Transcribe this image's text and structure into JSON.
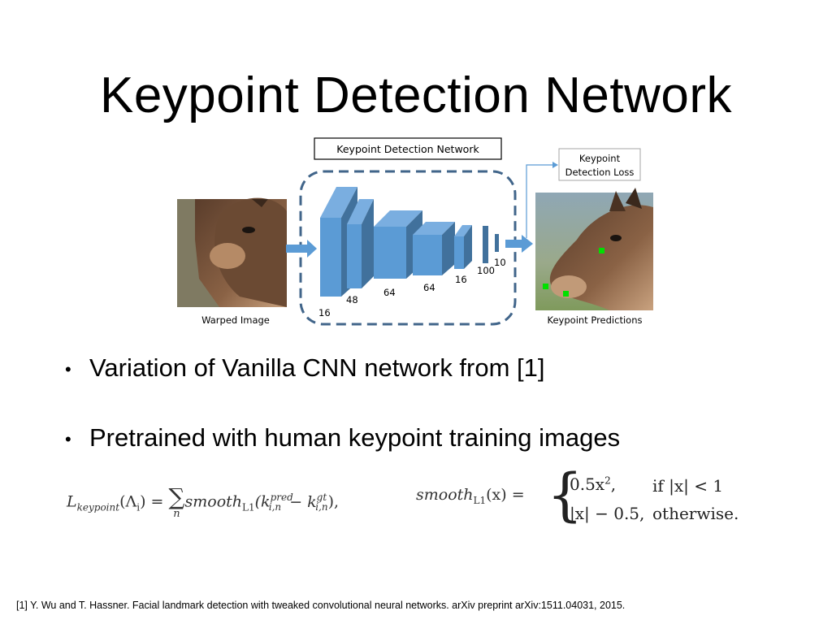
{
  "slide": {
    "title": "Keypoint Detection Network",
    "bullets": [
      "Variation of Vanilla CNN network from [1]",
      "Pretrained with human keypoint training images"
    ],
    "bullet_marker": "•",
    "footnote": "[1] Y. Wu and T. Hassner. Facial landmark detection with tweaked convolutional neural networks. arXiv preprint arXiv:1511.04031, 2015."
  },
  "figure": {
    "network_label": "Keypoint Detection Network",
    "loss_label_line1": "Keypoint",
    "loss_label_line2": "Detection Loss",
    "input_caption": "Warped Image",
    "output_caption": "Keypoint Predictions",
    "layer_sizes": [
      "16",
      "48",
      "64",
      "64",
      "16",
      "100",
      "10"
    ],
    "colors": {
      "layer_fill": "#5b9bd5",
      "layer_dark": "#41719c",
      "dashed_box": "#41658a",
      "keypoint": "#00e000"
    }
  },
  "formulas": {
    "loss_lhs": "L",
    "loss_lhs_sub": "keypoint",
    "loss_arg": "(Λ",
    "loss_arg_sub": "i",
    "loss_eq": ") = ",
    "loss_sum": "∑",
    "loss_sum_sub": "n",
    "loss_smooth": "smooth",
    "loss_smooth_sub": "L1",
    "loss_k1": "(k",
    "loss_k1_sup": "pred",
    "loss_k1_sub": "i,n",
    "loss_minus": " − k",
    "loss_k2_sup": "gt",
    "loss_k2_sub": "i,n",
    "loss_end": "),",
    "smooth_lhs": "smooth",
    "smooth_lhs_sub": "L1",
    "smooth_arg": "(x) =",
    "case1_value": "0.5x",
    "case1_sup": "2",
    "case1_tail": ",",
    "case1_cond": "if |x| < 1",
    "case2_value": "|x| − 0.5,",
    "case2_cond": "otherwise."
  }
}
